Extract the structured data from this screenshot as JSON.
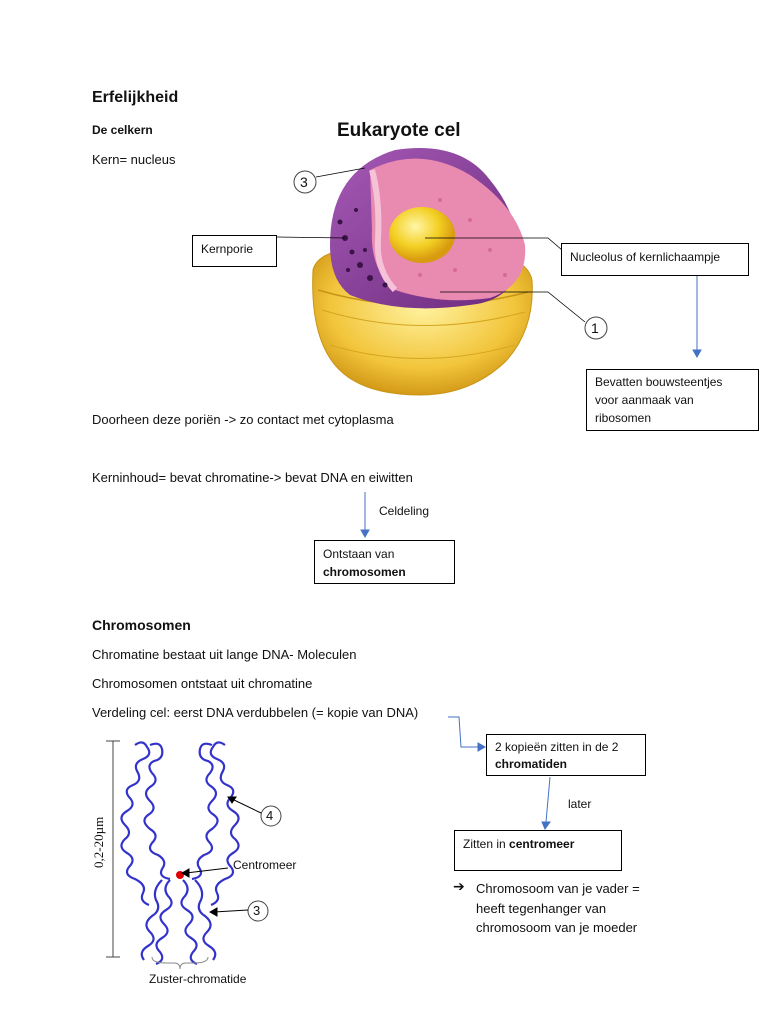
{
  "heading": "Erfelijkheid",
  "section1": {
    "subheading": "De celkern",
    "kern": "Kern= nucleus",
    "figure_title": "Eukaryote cel",
    "label_3": "3",
    "label_1": "1",
    "kernporie": "Kernporie",
    "nucleolus": "Nucleolus of kernlichaampje",
    "bevatten": [
      "Bevatten bouwsteentjes",
      "voor aanmaak van",
      "ribosomen"
    ],
    "porien": "Doorheen deze poriën -> zo contact met cytoplasma",
    "kerninhoud": "Kerninhoud= bevat chromatine-> bevat DNA en eiwitten",
    "celdeling": "Celdeling",
    "ontstaan_prefix": "Ontstaan van",
    "ontstaan_bold": "chromosomen"
  },
  "section2": {
    "subheading": "Chromosomen",
    "line1": "Chromatine bestaat uit lange DNA- Moleculen",
    "line2": "Chromosomen ontstaat uit chromatine",
    "line3": "Verdeling cel: eerst DNA verdubbelen (= kopie van DNA)",
    "kopie_prefix": "2 kopieën zitten in de 2",
    "kopie_bold": "chromatiden",
    "later": "later",
    "zitten_prefix": "Zitten in",
    "zitten_bold": "centromeer",
    "vader": [
      "Chromosoom van je vader =",
      "heeft tegenhanger van",
      "chromosoom van je moeder"
    ],
    "scale": "0,2-20µm",
    "label_4": "4",
    "label_3": "3",
    "centromeer": "Centromeer",
    "zuster": "Zuster-chromatide"
  },
  "colors": {
    "arrow": "#4472c4",
    "chromosome": "#3333cc",
    "centromere_dot": "#e00000",
    "nucleus_purple": "#8a3f9a",
    "nucleus_pink": "#e98ab0",
    "nucleolus_yellow": "#f3cf22",
    "membrane_yellow": "#f1c644"
  },
  "icons": [
    "arrow-right-icon"
  ]
}
